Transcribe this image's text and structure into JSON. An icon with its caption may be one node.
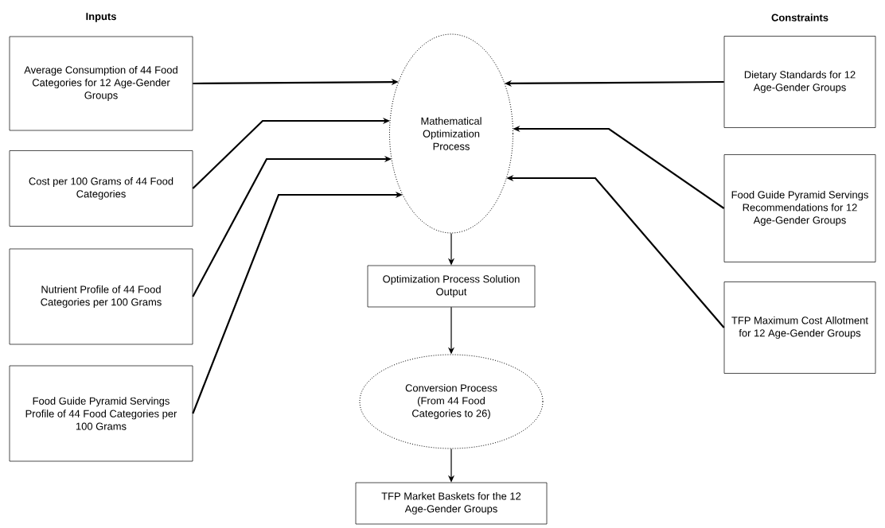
{
  "diagram": {
    "nodes": [
      {
        "text": [
          "Mathematical Optimization Process"
        ]
      },
      {
        "text": [
          "Average Consumption of 44 Food Categories for 12 Age-Gender Groups"
        ]
      },
      {
        "text": [
          "Cost per 100 Grams of 44 Food Categories"
        ]
      },
      {
        "text": [
          "Nutrient Profile of 44 Food Categories per 100 Grams"
        ]
      },
      {
        "text": [
          "Food Guide Pyramid Servings Profile of 44 Food Categories per 100 Grams"
        ]
      },
      {
        "text": [
          "Dietary Standards for 12 Age-Gender Groups"
        ]
      },
      {
        "text": [
          "Food Guide Pyramid Servings Recommendations for 12 Age-Gender Groups"
        ]
      },
      {
        "text": [
          "TFP Maximum Cost Allotment for 12 Age-Gender Groups"
        ]
      },
      {
        "text": [
          "Optimization Process Solution Output"
        ]
      },
      {
        "text": [
          "Conversion Process (From 44 Food Categories to 26)"
        ]
      },
      {
        "text": [
          "TFP Market Baskets for the 12 Age-Gender Groups"
        ]
      }
    ],
    "edges": [
      {
        "from": 1,
        "to": 0,
        "arrow": "to"
      },
      {
        "from": 2,
        "to": 0,
        "arrow": "to"
      },
      {
        "from": 3,
        "to": 0,
        "arrow": "to"
      },
      {
        "from": 4,
        "to": 0,
        "arrow": "to"
      },
      {
        "from": 5,
        "to": 0,
        "arrow": "to"
      },
      {
        "from": 6,
        "to": 0,
        "arrow": "to"
      },
      {
        "from": 7,
        "to": 0,
        "arrow": "to"
      },
      {
        "from": 0,
        "to": 8,
        "arrow": "to"
      },
      {
        "from": 8,
        "to": 9,
        "arrow": "to"
      },
      {
        "from": 9,
        "to": 10,
        "arrow": "to"
      }
    ],
    "labels": [
      "Inputs",
      "Constraints"
    ]
  }
}
